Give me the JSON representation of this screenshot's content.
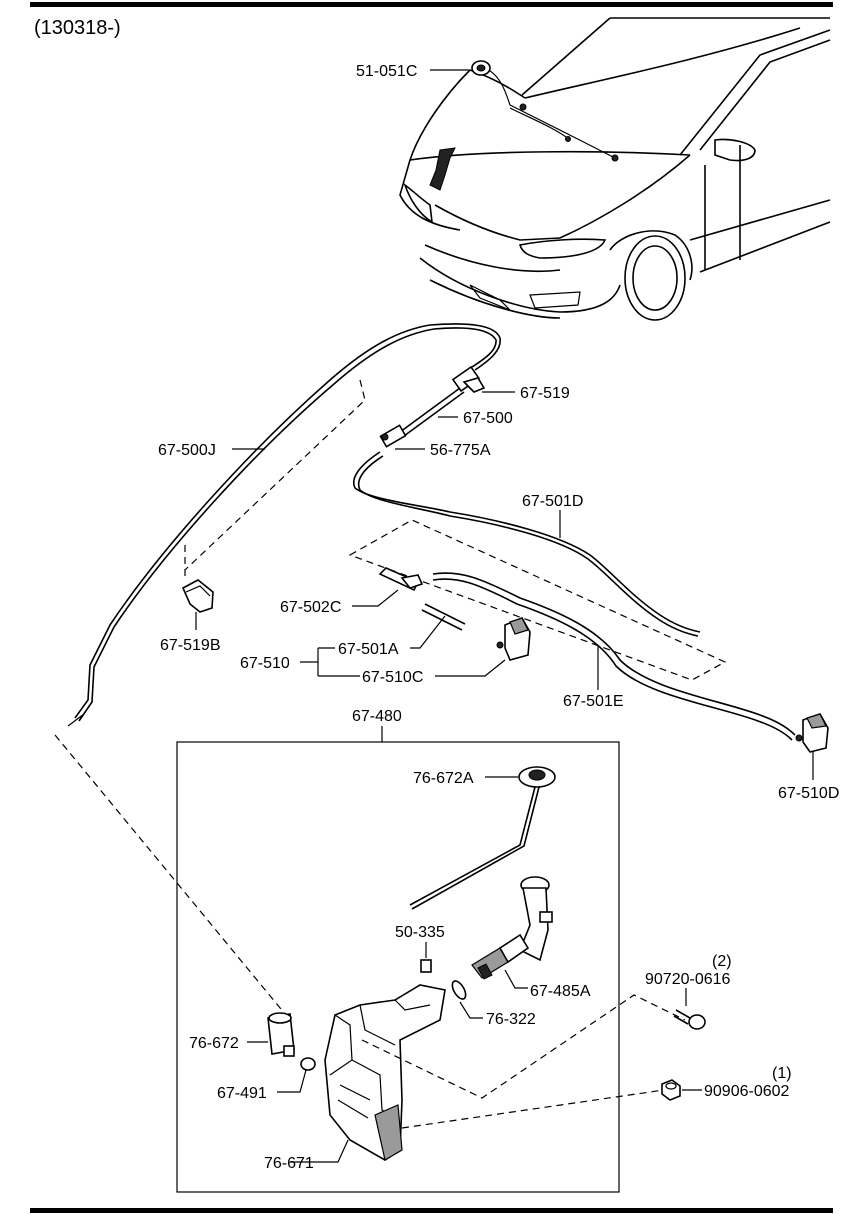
{
  "header": {
    "code": "(130318-)"
  },
  "callouts": {
    "p51_051C": "51-051C",
    "p67_519": "67-519",
    "p67_500": "67-500",
    "p56_775A": "56-775A",
    "p67_500J": "67-500J",
    "p67_501D": "67-501D",
    "p67_519B": "67-519B",
    "p67_502C": "67-502C",
    "p67_501A": "67-501A",
    "p67_510": "67-510",
    "p67_510C": "67-510C",
    "p67_501E": "67-501E",
    "p67_510D": "67-510D",
    "p67_480": "67-480",
    "p76_672A": "76-672A",
    "p50_335": "50-335",
    "p67_485A": "67-485A",
    "p76_322": "76-322",
    "p76_672": "76-672",
    "p67_491": "67-491",
    "p76_671": "76-671",
    "p90720_0616": "90720-0616",
    "qty_2": "(2)",
    "p90906_0602": "90906-0602",
    "qty_1": "(1)"
  }
}
